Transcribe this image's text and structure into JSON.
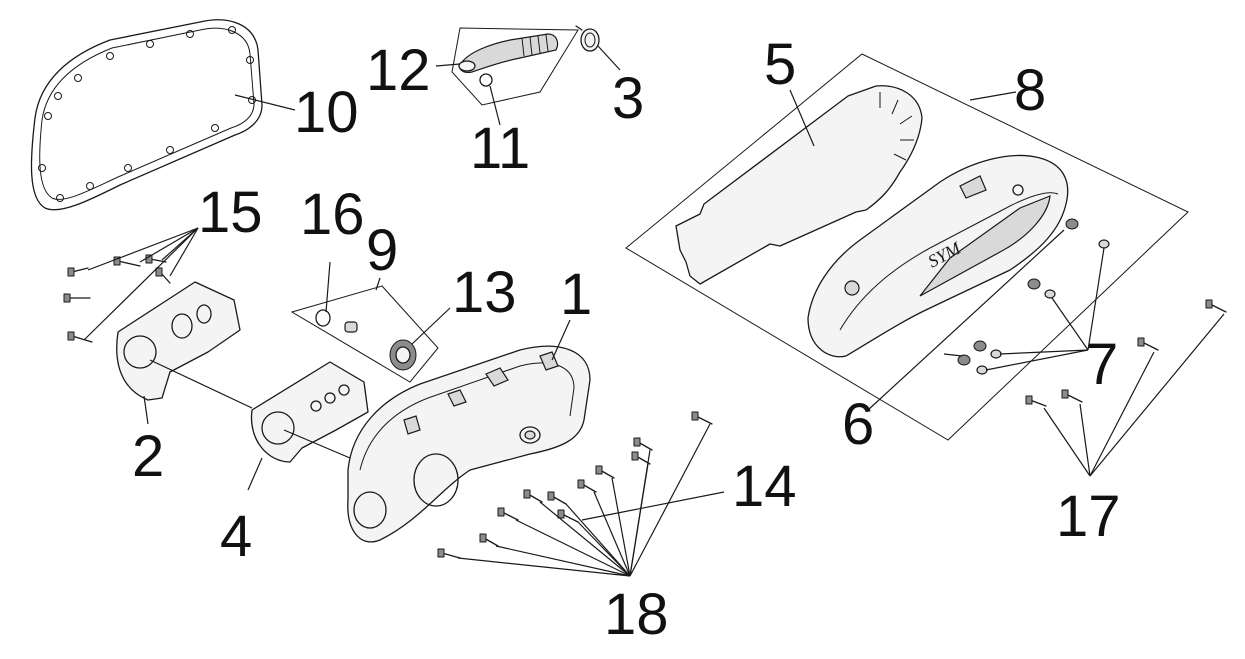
{
  "callouts": {
    "c1": "1",
    "c2": "2",
    "c3": "3",
    "c4": "4",
    "c5": "5",
    "c6": "6",
    "c7": "7",
    "c8": "8",
    "c9": "9",
    "c10": "10",
    "c11": "11",
    "c12": "12",
    "c13": "13",
    "c14": "14",
    "c15": "15",
    "c16": "16",
    "c17": "17",
    "c18": "18"
  },
  "cover_badge_text": "SYM",
  "colors": {
    "ink": "#1a1a1a",
    "background": "#ffffff",
    "part_shading": "#d9d9d9"
  }
}
